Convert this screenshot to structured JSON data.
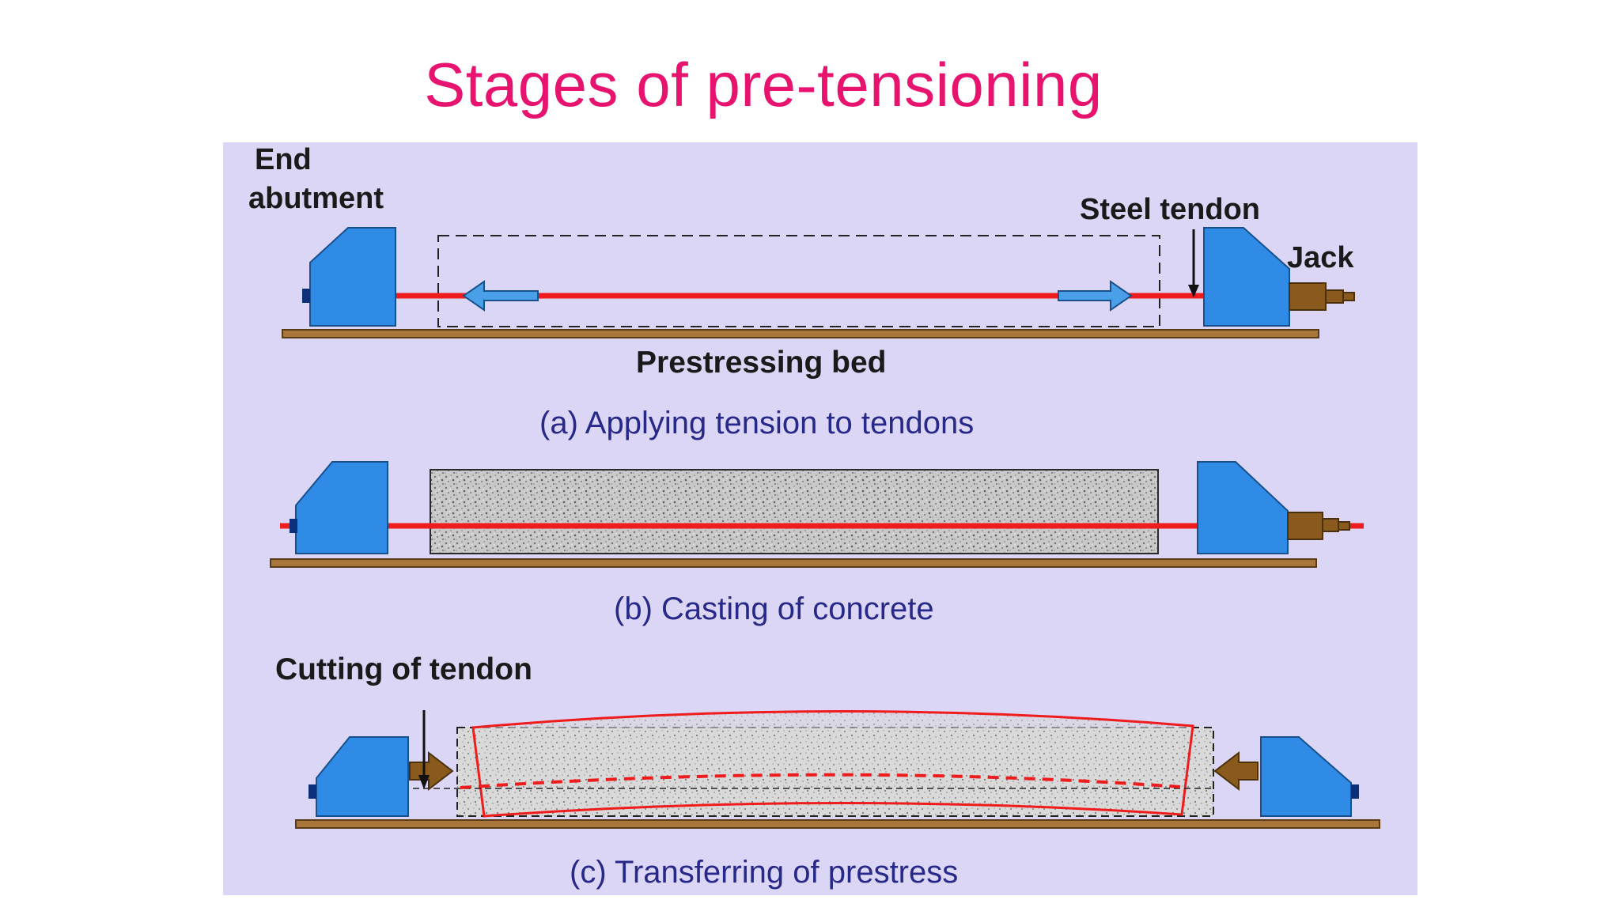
{
  "slide": {
    "title": "Stages of pre-tensioning"
  },
  "figure": {
    "stage_a": {
      "caption": "(a) Applying tension to tendons",
      "label_end_abutment_line1": "End",
      "label_end_abutment_line2": "abutment",
      "label_steel_tendon": "Steel tendon",
      "label_jack": "Jack",
      "label_prestressing_bed": "Prestressing bed"
    },
    "stage_b": {
      "caption": "(b) Casting of concrete"
    },
    "stage_c": {
      "caption": "(c) Transferring of prestress",
      "label_cutting": "Cutting of tendon"
    },
    "colors": {
      "title": "#e8126f",
      "abutment": "#2f8be6",
      "tendon": "#ee1c1c",
      "bed": "#a8753a",
      "jack": "#8a5a1c",
      "caption": "#26288a",
      "background": "#dcd6f6"
    }
  }
}
